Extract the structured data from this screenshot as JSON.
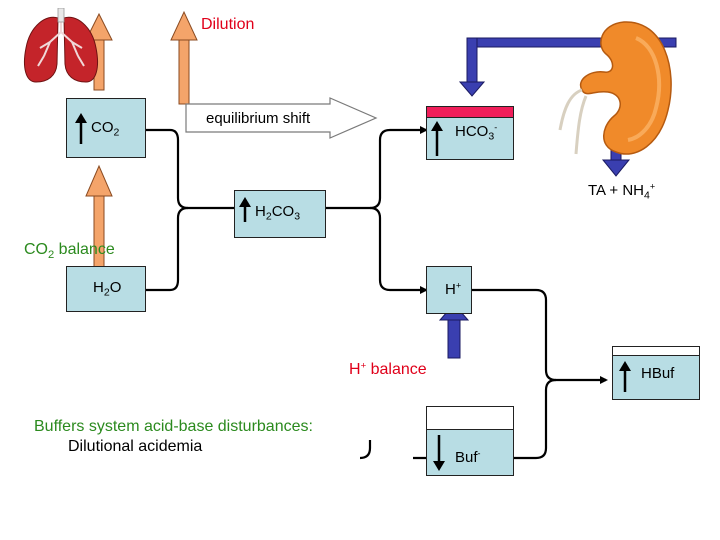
{
  "title": "Dilution",
  "equilibrium_label": "equilibrium shift",
  "co2": {
    "base": "CO",
    "sub": "2"
  },
  "hco3": {
    "base": "HCO",
    "sub": "3",
    "sup": "-"
  },
  "h2co3": {
    "pre": "H",
    "sub1": "2",
    "mid": "CO",
    "sub2": "3"
  },
  "co2_balance": {
    "base": "CO",
    "sub": "2",
    "rest": " balance"
  },
  "h2o": {
    "pre": "H",
    "sub": "2",
    "post": "O"
  },
  "h_plus": {
    "base": "H",
    "sup": "+"
  },
  "h_balance": {
    "base": "H",
    "sup": "+",
    "rest": " balance"
  },
  "hbuf": "HBuf",
  "buf": {
    "base": "Buf",
    "sup": "-"
  },
  "ta_nh4": {
    "pre": "TA + NH",
    "sub": "4",
    "sup": "+"
  },
  "buffers_title": "Buffers system acid-base disturbances:",
  "buffers_sub": "Dilutional acidemia",
  "colors": {
    "red_text": "#e0001a",
    "green_text": "#2b8a1e",
    "box_fill": "#b8dde4",
    "orange_arrow": "#f4a46a",
    "blue_arrow": "#3a3fb0",
    "pink_band": "#f01e5a"
  },
  "icons": {
    "lungs": "lungs-icon",
    "kidney": "kidney-icon"
  }
}
